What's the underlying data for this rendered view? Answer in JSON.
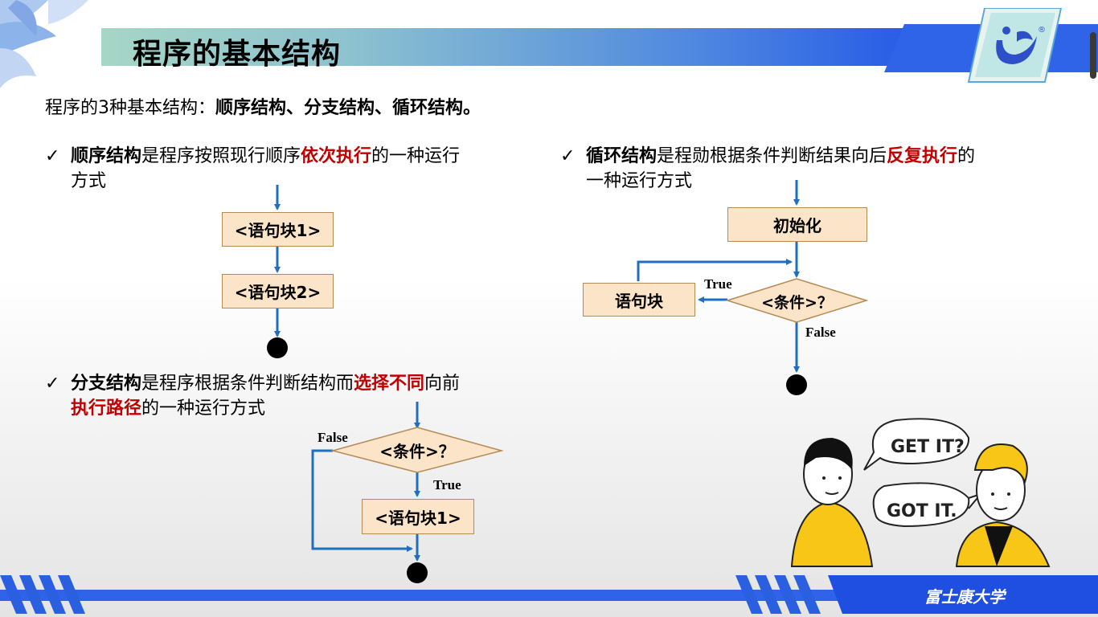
{
  "slide": {
    "title": "程序的基本结构",
    "intro_prefix": "程序的3种基本结构：",
    "intro_bold": "顺序结构、分支结构、循环结构。"
  },
  "sequence": {
    "check": "✓",
    "term": "顺序结构",
    "text1": "是程序按照现行顺序",
    "highlight": "依次执行",
    "text2": "的一种运行",
    "line2": "方式",
    "block1": "<语句块1>",
    "block2": "<语句块2>"
  },
  "branch": {
    "check": "✓",
    "term": "分支结构",
    "text1": "是程序根据条件判断结构而",
    "highlight1": "选择不同",
    "text2": "向前",
    "highlight2": "执行路径",
    "text3": "的一种运行方式",
    "condition": "<条件>？",
    "false_label": "False",
    "true_label": "True",
    "block": "<语句块1>"
  },
  "loop": {
    "check": "✓",
    "term": "循环结构",
    "text1": "是程勋根据条件判断结果向后",
    "highlight": "反复执行",
    "text2": "的",
    "line2": "一种运行方式",
    "init": "初始化",
    "condition": "<条件>？",
    "block": "语句块",
    "true_label": "True",
    "false_label": "False"
  },
  "cartoon": {
    "bubble1": "GET IT?",
    "bubble2": "GOT IT."
  },
  "footer": {
    "school": "富士康大学"
  },
  "colors": {
    "arrow": "#1f6fc0",
    "box_fill": "#fbe4c8",
    "highlight": "#c00000",
    "footer_blue": "#1f4fe0"
  }
}
